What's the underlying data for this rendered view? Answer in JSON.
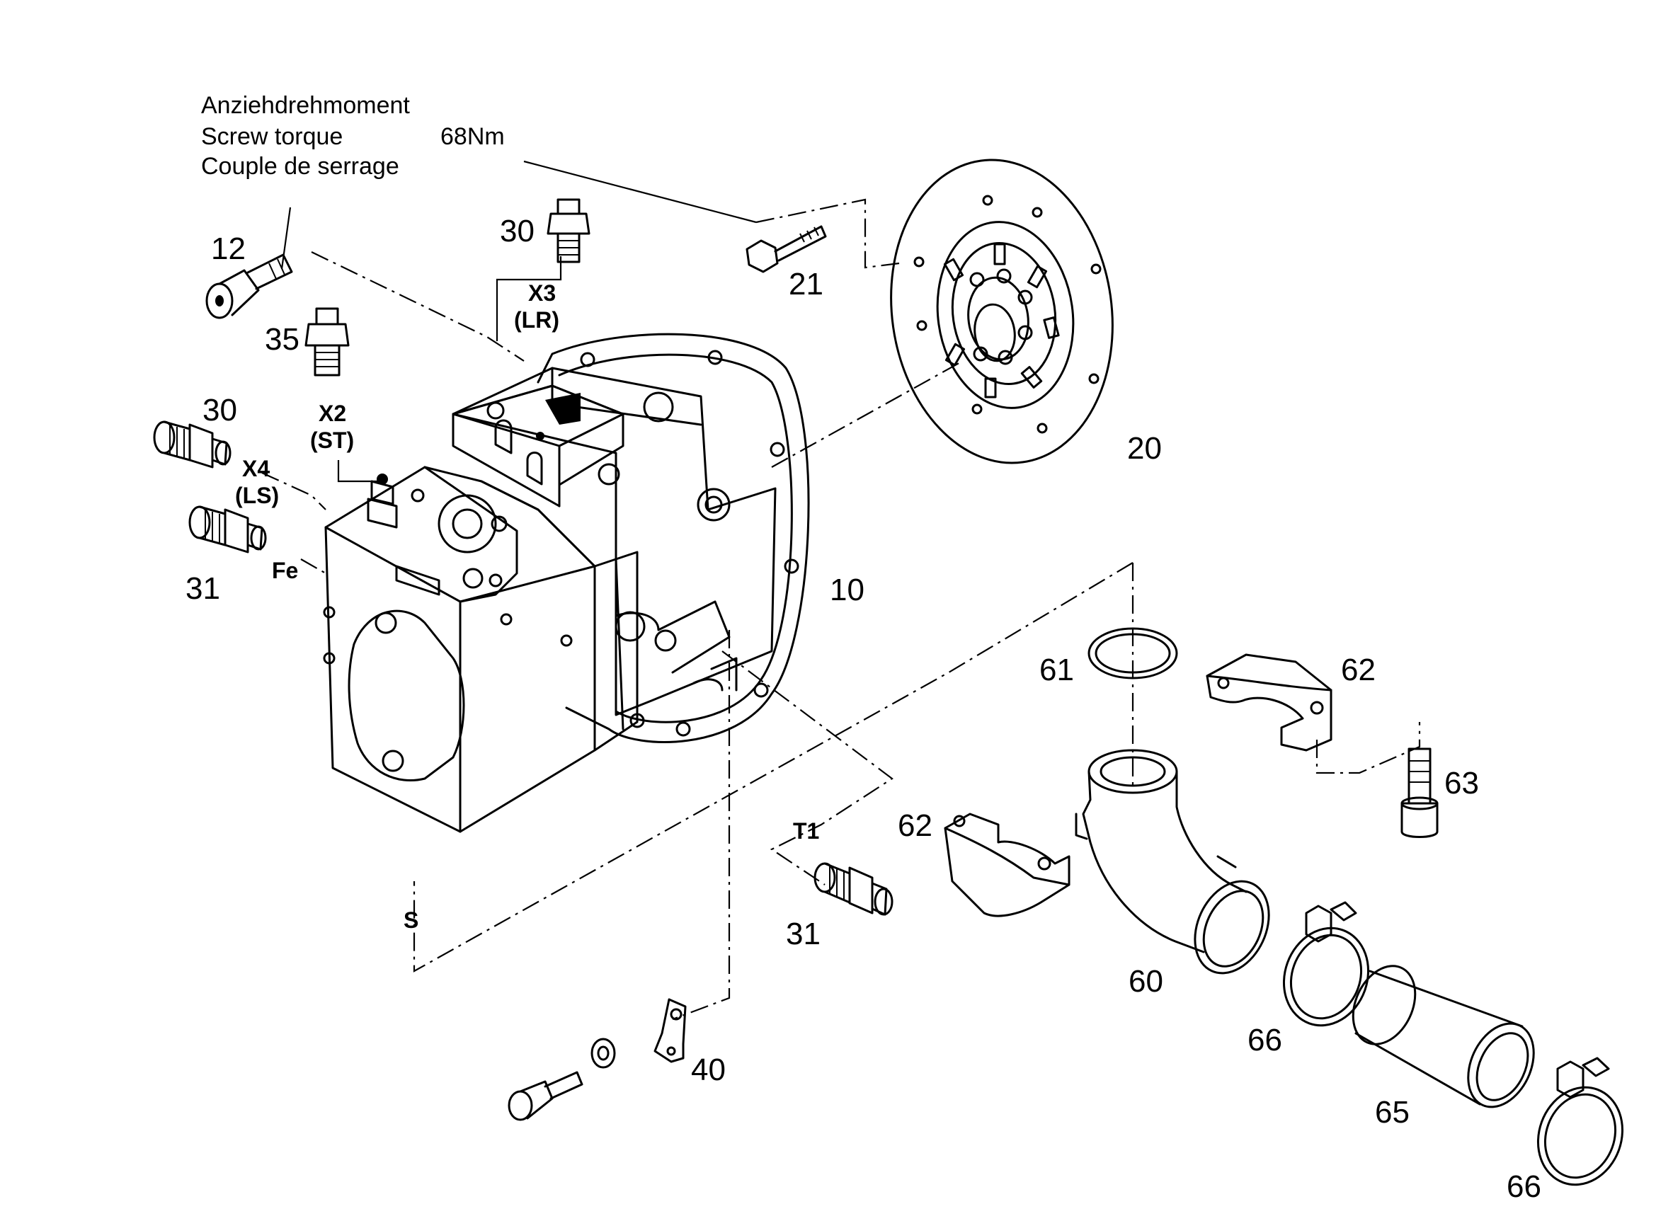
{
  "torque_note": {
    "line_de": "Anziehdrehmoment",
    "line_en": "Screw torque",
    "line_fr": "Couple de serrage",
    "value": "68Nm"
  },
  "part_numbers": {
    "p12": "12",
    "p30_top": "30",
    "p35": "35",
    "p30_left": "30",
    "p31_left": "31",
    "p21": "21",
    "p20": "20",
    "p10": "10",
    "p61": "61",
    "p62_right": "62",
    "p63": "63",
    "p62_left": "62",
    "p31_bottom": "31",
    "p60": "60",
    "p66_top": "66",
    "p65": "65",
    "p66_bottom": "66",
    "p40": "40"
  },
  "ports": {
    "x3": "X3",
    "x3_sub": "(LR)",
    "x2": "X2",
    "x2_sub": "(ST)",
    "x4": "X4",
    "x4_sub": "(LS)",
    "fe": "Fe",
    "t1": "T1",
    "s": "S"
  }
}
